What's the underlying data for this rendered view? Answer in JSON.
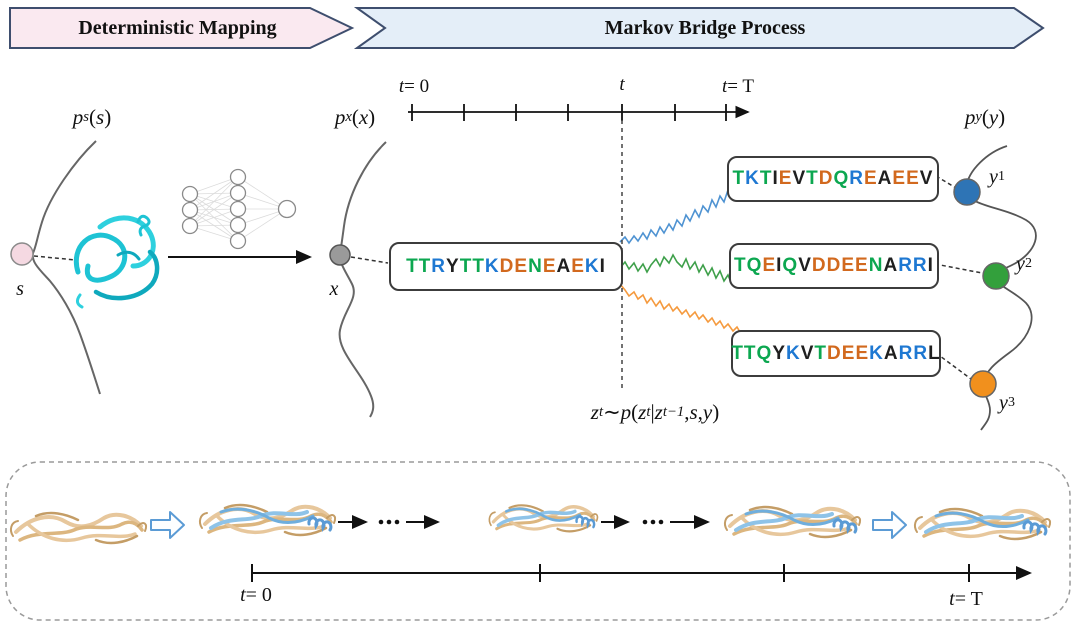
{
  "banners": {
    "left": {
      "label": "Deterministic Mapping"
    },
    "right": {
      "label": "Markov Bridge Process"
    }
  },
  "colors": {
    "banner_left_fill": "#fae9f0",
    "banner_right_fill": "#e4eef8",
    "banner_stroke": "#3e4e6e",
    "seq_green": "#0ca750",
    "seq_blue": "#1e78d2",
    "seq_orange": "#d2691e",
    "seq_black": "#1f1f1f",
    "traj_blue": "#4f93d2",
    "traj_green": "#3fa04b",
    "traj_orange": "#f59a3e",
    "circle_s": "#f5d9e2",
    "circle_x": "#9a9a9a",
    "circle_y1": "#2e74b5",
    "circle_y2": "#33a03c",
    "circle_y3": "#f1901d",
    "protein_cyan": "#1ec3d4",
    "protein_tan": "#e7c79c",
    "protein_blue": "#8ec3e8"
  },
  "math": {
    "ps": [
      [
        "i",
        "p"
      ],
      [
        "sub",
        "s"
      ],
      [
        "n",
        "("
      ],
      [
        "i",
        "s"
      ],
      [
        "n",
        ")"
      ]
    ],
    "px": [
      [
        "i",
        "p"
      ],
      [
        "sub",
        "x"
      ],
      [
        "n",
        "("
      ],
      [
        "i",
        "x"
      ],
      [
        "n",
        ")"
      ]
    ],
    "py": [
      [
        "i",
        "p"
      ],
      [
        "sub",
        "y"
      ],
      [
        "n",
        "("
      ],
      [
        "i",
        "y"
      ],
      [
        "n",
        ")"
      ]
    ],
    "s": [
      [
        "i",
        "s"
      ]
    ],
    "x": [
      [
        "i",
        "x"
      ]
    ],
    "y1": [
      [
        "i",
        "y"
      ],
      [
        "subn",
        "1"
      ]
    ],
    "y2": [
      [
        "i",
        "y"
      ],
      [
        "subn",
        "2"
      ]
    ],
    "y3": [
      [
        "i",
        "y"
      ],
      [
        "subn",
        "3"
      ]
    ],
    "t0_top": [
      [
        "i",
        "t"
      ],
      [
        "n",
        " = 0"
      ]
    ],
    "t_top": [
      [
        "i",
        "t"
      ]
    ],
    "tT_top": [
      [
        "i",
        "t"
      ],
      [
        "n",
        " = T"
      ]
    ],
    "t0_bottom": [
      [
        "i",
        "t"
      ],
      [
        "n",
        " = 0"
      ]
    ],
    "tT_bottom": [
      [
        "i",
        "t"
      ],
      [
        "n",
        " = T"
      ]
    ],
    "formula": [
      [
        "i",
        "z"
      ],
      [
        "sub",
        "t"
      ],
      [
        "n",
        " ∼ "
      ],
      [
        "i",
        "p"
      ],
      [
        "n",
        "("
      ],
      [
        "i",
        "z"
      ],
      [
        "sub",
        "t"
      ],
      [
        "n",
        "|"
      ],
      [
        "i",
        "z"
      ],
      [
        "sub",
        "t−1"
      ],
      [
        "n",
        ", "
      ],
      [
        "i",
        "s"
      ],
      [
        "n",
        ", "
      ],
      [
        "i",
        "y"
      ],
      [
        "n",
        ")"
      ]
    ]
  },
  "sequences": {
    "x": [
      [
        "T",
        "g"
      ],
      [
        "T",
        "g"
      ],
      [
        "R",
        "b"
      ],
      [
        "Y",
        "k"
      ],
      [
        "T",
        "g"
      ],
      [
        "T",
        "g"
      ],
      [
        "K",
        "b"
      ],
      [
        "D",
        "o"
      ],
      [
        "E",
        "o"
      ],
      [
        "N",
        "g"
      ],
      [
        "E",
        "o"
      ],
      [
        "A",
        "k"
      ],
      [
        "E",
        "o"
      ],
      [
        "K",
        "b"
      ],
      [
        "I",
        "k"
      ]
    ],
    "y1": [
      [
        "T",
        "g"
      ],
      [
        "K",
        "b"
      ],
      [
        "T",
        "g"
      ],
      [
        "I",
        "k"
      ],
      [
        "E",
        "o"
      ],
      [
        "V",
        "k"
      ],
      [
        "T",
        "g"
      ],
      [
        "D",
        "o"
      ],
      [
        "Q",
        "g"
      ],
      [
        "R",
        "b"
      ],
      [
        "E",
        "o"
      ],
      [
        "A",
        "k"
      ],
      [
        "E",
        "o"
      ],
      [
        "E",
        "o"
      ],
      [
        "V",
        "k"
      ]
    ],
    "y2": [
      [
        "T",
        "g"
      ],
      [
        "Q",
        "g"
      ],
      [
        "E",
        "o"
      ],
      [
        "I",
        "k"
      ],
      [
        "Q",
        "g"
      ],
      [
        "V",
        "k"
      ],
      [
        "D",
        "o"
      ],
      [
        "D",
        "o"
      ],
      [
        "E",
        "o"
      ],
      [
        "E",
        "o"
      ],
      [
        "N",
        "g"
      ],
      [
        "A",
        "k"
      ],
      [
        "R",
        "b"
      ],
      [
        "R",
        "b"
      ],
      [
        "I",
        "k"
      ]
    ],
    "y3": [
      [
        "T",
        "g"
      ],
      [
        "T",
        "g"
      ],
      [
        "Q",
        "g"
      ],
      [
        "Y",
        "k"
      ],
      [
        "K",
        "b"
      ],
      [
        "V",
        "k"
      ],
      [
        "T",
        "g"
      ],
      [
        "D",
        "o"
      ],
      [
        "E",
        "o"
      ],
      [
        "E",
        "o"
      ],
      [
        "K",
        "b"
      ],
      [
        "A",
        "k"
      ],
      [
        "R",
        "b"
      ],
      [
        "R",
        "b"
      ],
      [
        "L",
        "k"
      ]
    ]
  }
}
